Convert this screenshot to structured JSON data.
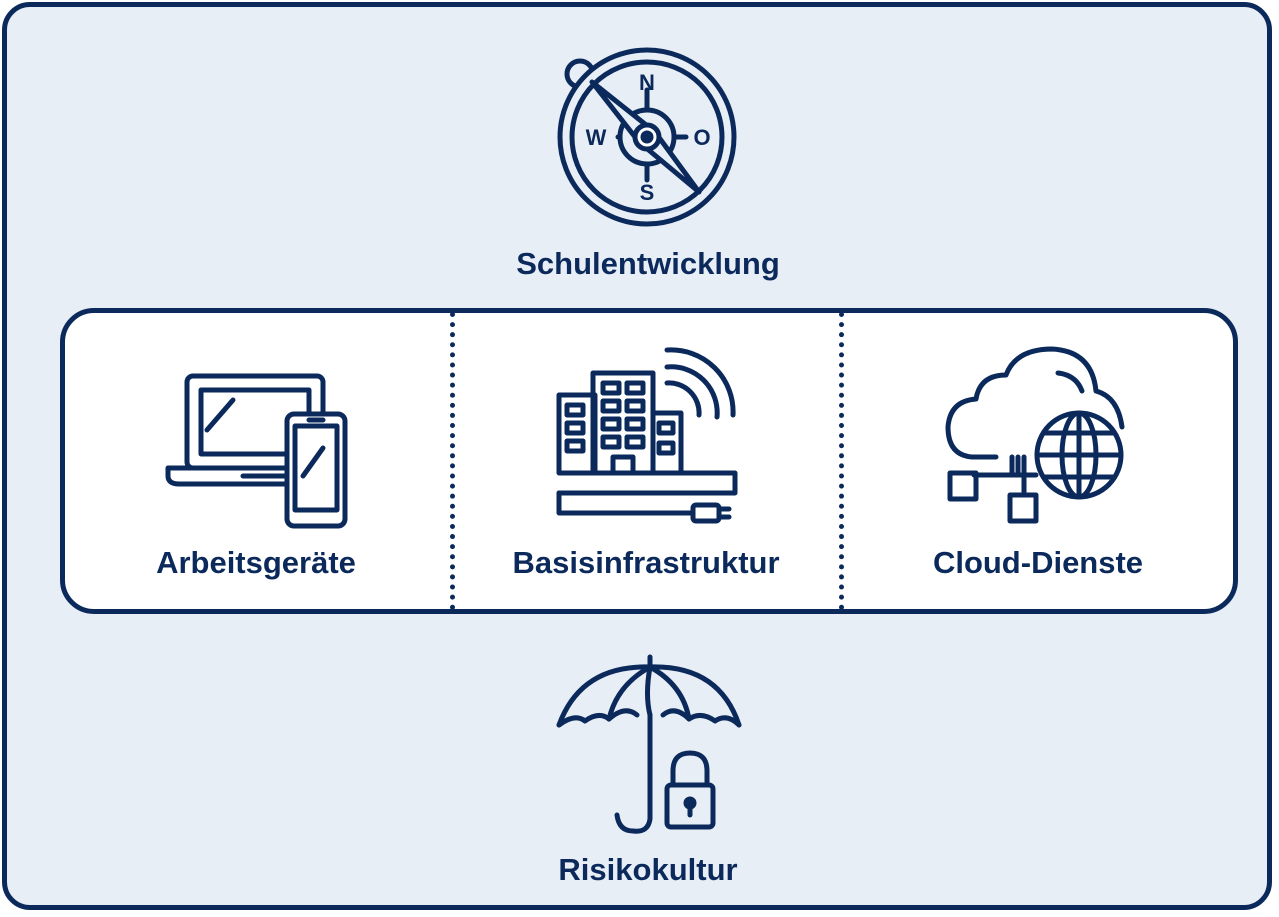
{
  "diagram": {
    "top": {
      "label": "Schulentwicklung",
      "icon": "compass-icon"
    },
    "middle": [
      {
        "label": "Arbeitsgeräte",
        "icon": "laptop-phone-icon"
      },
      {
        "label": "Basisinfrastruktur",
        "icon": "building-network-icon"
      },
      {
        "label": "Cloud-Dienste",
        "icon": "cloud-globe-icon"
      }
    ],
    "bottom": {
      "label": "Risikokultur",
      "icon": "umbrella-lock-icon"
    },
    "compass_letters": {
      "north": "N",
      "west": "W",
      "east": "O",
      "south": "S"
    }
  },
  "colors": {
    "stroke": "#0b2a5b",
    "outer_fill": "#e8eef6",
    "inner_fill": "#ffffff"
  }
}
